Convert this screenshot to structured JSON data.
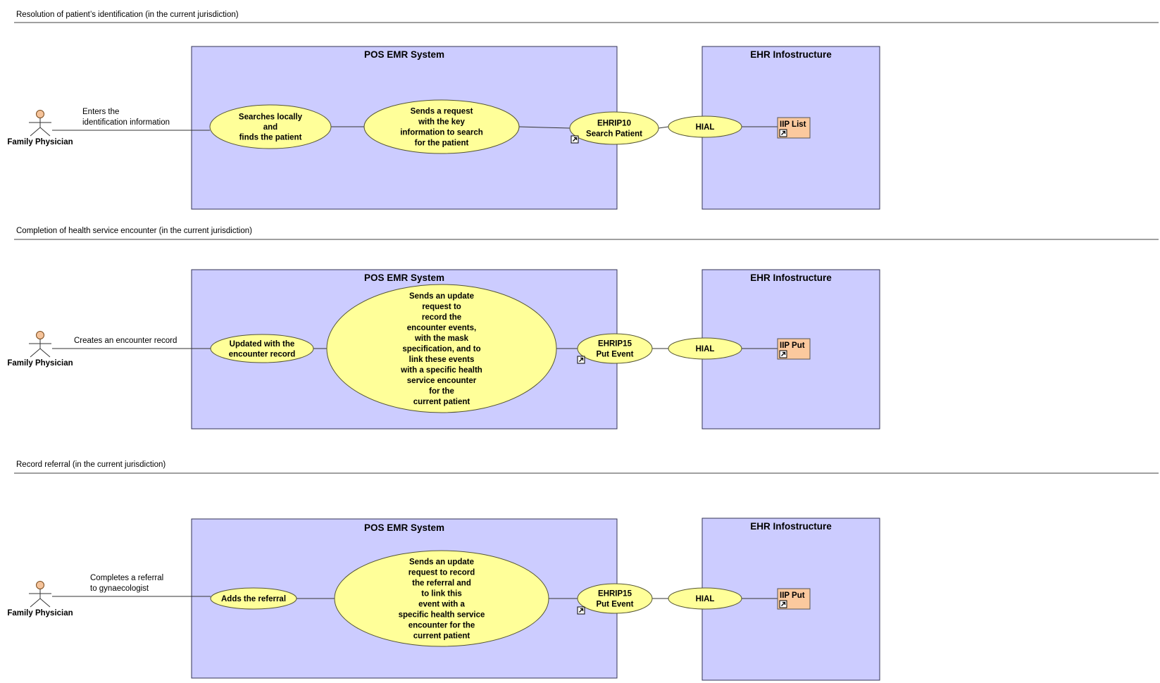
{
  "sections": [
    {
      "title": "Resolution of patient’s identification (in the current jurisdiction)",
      "actor": "Family Physician",
      "association_label": [
        "Enters the",
        "identification information"
      ],
      "pos_system_title": "POS EMR System",
      "ehr_title": "EHR Infostructure",
      "use_case_1": [
        "Searches locally",
        "and",
        "finds the patient"
      ],
      "use_case_2": [
        "Sends a request",
        "with the key",
        "information to search",
        "for the patient"
      ],
      "interface": [
        "EHRIP10",
        "Search Patient"
      ],
      "hial": "HIAL",
      "artifact": "IIP List"
    },
    {
      "title": "Completion of health service encounter (in the current jurisdiction)",
      "actor": "Family Physician",
      "association_label": [
        "Creates an encounter record"
      ],
      "pos_system_title": "POS EMR System",
      "ehr_title": "EHR Infostructure",
      "use_case_1": [
        "Updated with the",
        "encounter record"
      ],
      "use_case_2": [
        "Sends an update",
        "request to",
        "record the",
        "encounter events,",
        "with the mask",
        "specification, and to",
        "link these events",
        "with a specific health",
        "service encounter",
        "for the",
        "current patient"
      ],
      "interface": [
        "EHRIP15",
        "Put Event"
      ],
      "hial": "HIAL",
      "artifact": "IIP Put"
    },
    {
      "title": "Record referral (in the current jurisdiction)",
      "actor": "Family Physician",
      "association_label": [
        "Completes a referral",
        "to gynaecologist"
      ],
      "pos_system_title": "POS EMR System",
      "ehr_title": "EHR Infostructure",
      "use_case_1": [
        "Adds the referral"
      ],
      "use_case_2": [
        "Sends an update",
        "request to record",
        "the referral and",
        "to link this",
        "event with a",
        "specific health service",
        "encounter for the",
        "current patient"
      ],
      "interface": [
        "EHRIP15",
        "Put Event"
      ],
      "hial": "HIAL",
      "artifact": "IIP Put"
    }
  ],
  "colors": {
    "system_fill": "#ccccff",
    "use_case_fill": "#ffff99",
    "artifact_fill": "#fbc99e",
    "actor_head": "#f5c39a"
  }
}
